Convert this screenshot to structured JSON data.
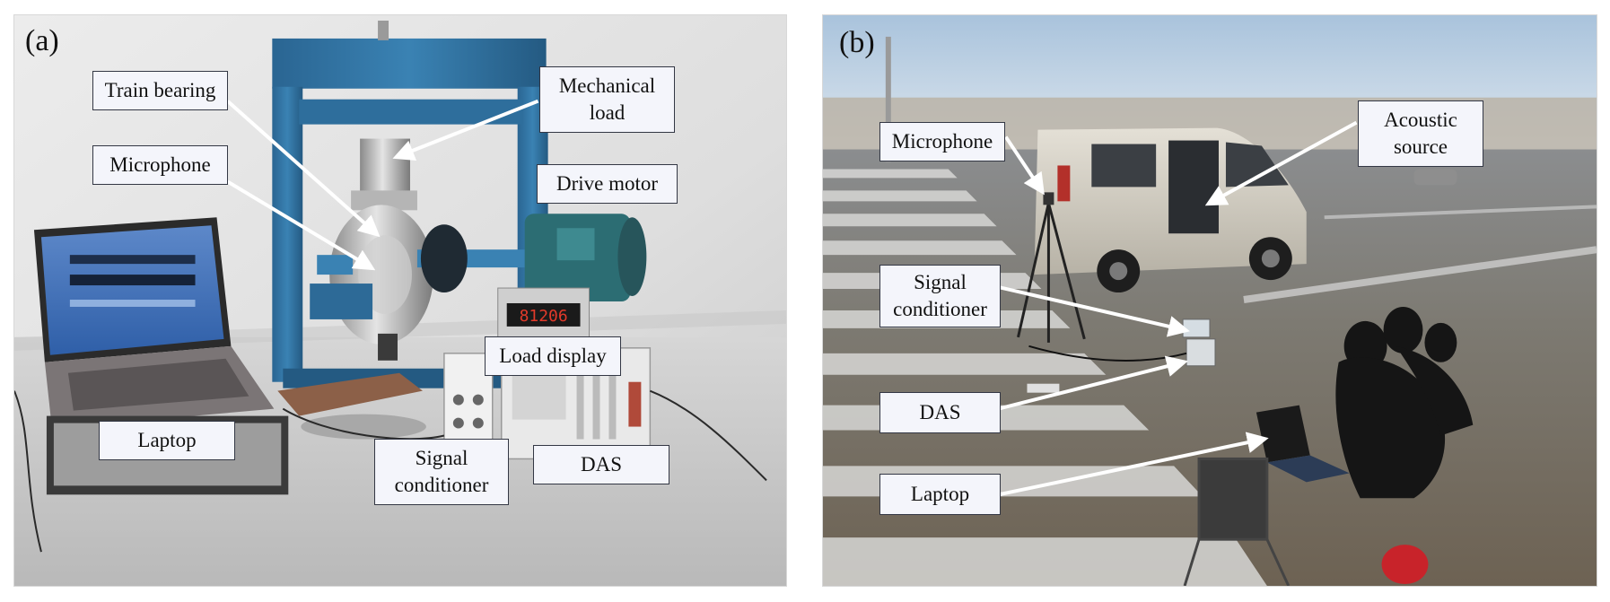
{
  "panel_a": {
    "letter": "(a)",
    "labels": {
      "train_bearing": "Train bearing",
      "mechanical_load": "Mechanical\nload",
      "microphone": "Microphone",
      "drive_motor": "Drive motor",
      "load_display": "Load display",
      "laptop": "Laptop",
      "signal_conditioner": "Signal\nconditioner",
      "das": "DAS"
    },
    "load_display_readout": "81206"
  },
  "panel_b": {
    "letter": "(b)",
    "labels": {
      "microphone": "Microphone",
      "acoustic_source": "Acoustic\nsource",
      "signal_conditioner": "Signal\nconditioner",
      "das": "DAS",
      "laptop": "Laptop"
    }
  },
  "colors": {
    "test_rig_blue": "#2f6f9a",
    "callout_fill": "#f4f5fb",
    "callout_border": "#333744",
    "arrow": "#ffffff"
  }
}
